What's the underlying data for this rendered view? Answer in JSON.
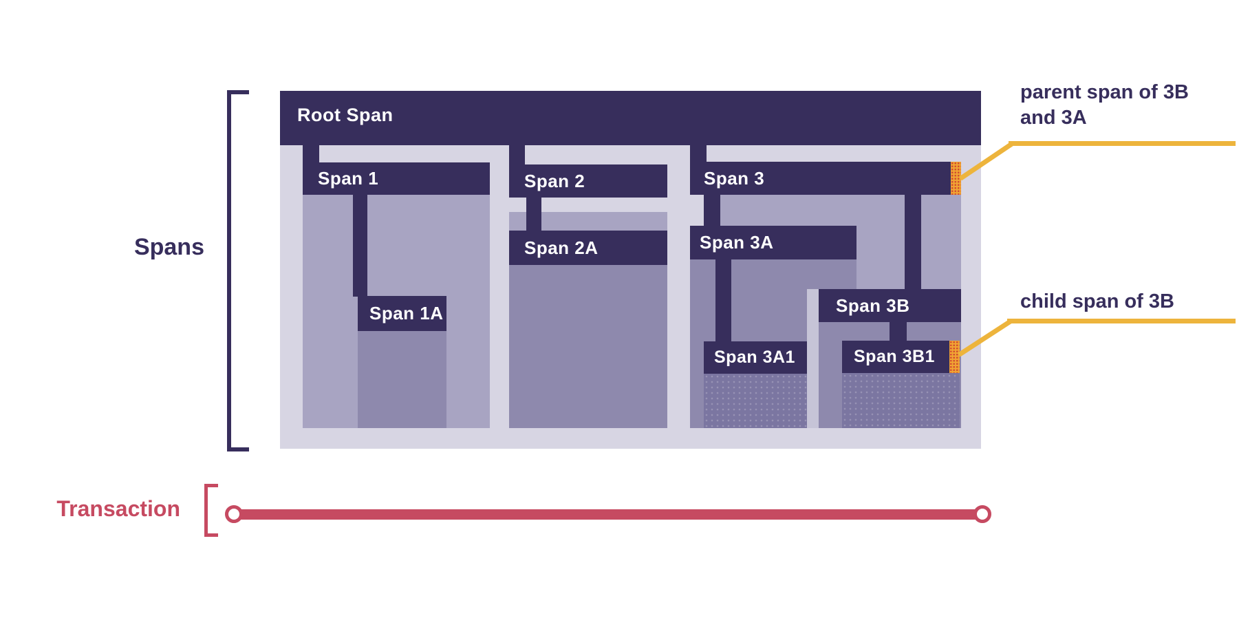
{
  "side_labels": {
    "spans": "Spans",
    "transaction": "Transaction"
  },
  "span_tree": {
    "root": "Root Span",
    "span1": "Span 1",
    "span1a": "Span 1A",
    "span2": "Span 2",
    "span2a": "Span 2A",
    "span3": "Span 3",
    "span3a": "Span 3A",
    "span3a1": "Span 3A1",
    "span3b": "Span 3B",
    "span3b1": "Span 3B1"
  },
  "annotations": {
    "parent": "parent span of 3B and 3A",
    "child": "child span of 3B"
  },
  "colors": {
    "span_bar_dark": "#372e5c",
    "container_light": "#d7d5e3",
    "body_level1": "#a8a4c2",
    "body_level2": "#8e89ad",
    "body_level3": "#7b76a1",
    "highlight_marker_orange": "#f0a233",
    "highlight_marker_dots": "#cf4631",
    "annotation_line_amber": "#edb43c",
    "transaction_red": "#c64a61",
    "label_text_white": "#ffffff",
    "annotation_text_purple": "#372e5c",
    "page_background": "#ffffff"
  }
}
